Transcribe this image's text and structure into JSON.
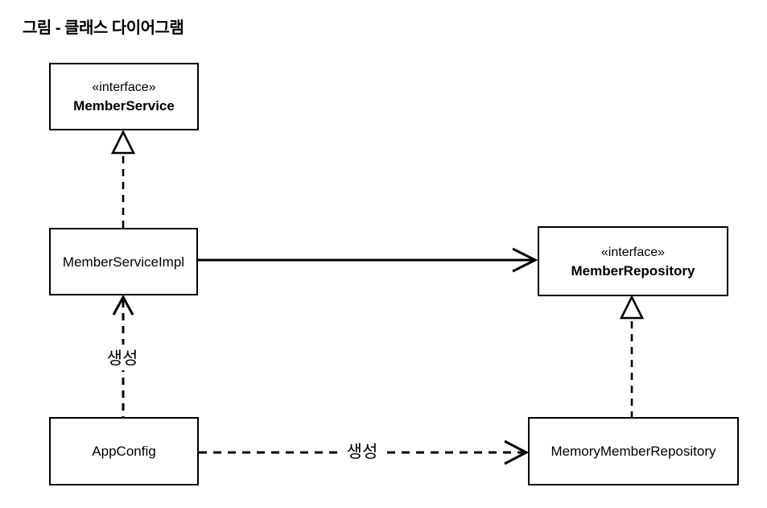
{
  "title": "그림 - 클래스 다이어그램",
  "diagram": {
    "nodes": [
      {
        "id": "member-service",
        "stereotype": "«interface»",
        "name": "MemberService"
      },
      {
        "id": "member-service-impl",
        "stereotype": "",
        "name": "MemberServiceImpl"
      },
      {
        "id": "member-repository",
        "stereotype": "«interface»",
        "name": "MemberRepository"
      },
      {
        "id": "app-config",
        "stereotype": "",
        "name": "AppConfig"
      },
      {
        "id": "memory-member-repository",
        "stereotype": "",
        "name": "MemoryMemberRepository"
      }
    ],
    "edges": [
      {
        "from": "MemberServiceImpl",
        "to": "MemberService",
        "type": "realization",
        "style": "dashed-hollow-triangle",
        "label": ""
      },
      {
        "from": "MemberServiceImpl",
        "to": "MemberRepository",
        "type": "association",
        "style": "solid-open-arrow",
        "label": ""
      },
      {
        "from": "MemoryMemberRepository",
        "to": "MemberRepository",
        "type": "realization",
        "style": "dashed-hollow-triangle",
        "label": ""
      },
      {
        "from": "AppConfig",
        "to": "MemberServiceImpl",
        "type": "dependency",
        "style": "dashed-open-arrow",
        "label": "생성"
      },
      {
        "from": "AppConfig",
        "to": "MemoryMemberRepository",
        "type": "dependency",
        "style": "dashed-open-arrow",
        "label": "생성"
      }
    ],
    "colors": {
      "line": "#000000",
      "text": "#000000",
      "background": "#ffffff"
    }
  }
}
